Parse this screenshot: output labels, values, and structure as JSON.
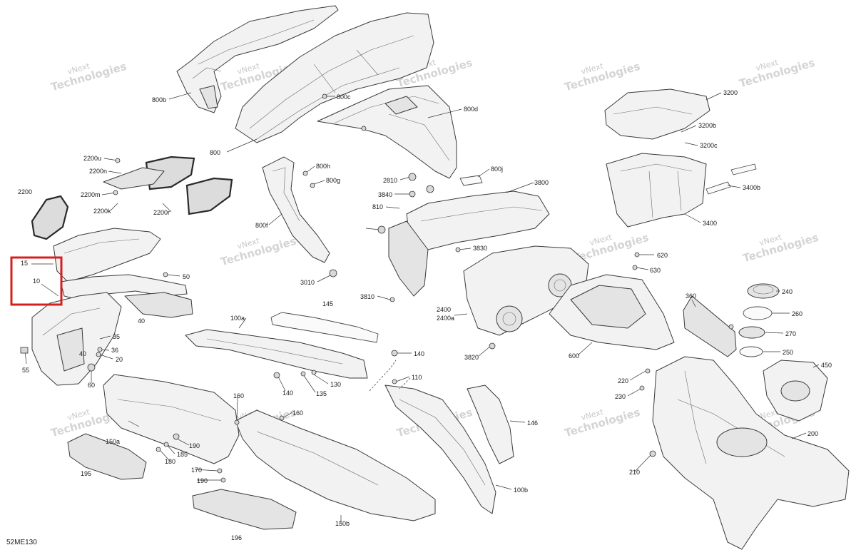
{
  "diagram_code": "52ME130",
  "watermark": {
    "line1": "vNext",
    "line2": "Technologies"
  },
  "highlight_color": "#d42020",
  "callouts": [
    "800b",
    "800c",
    "800d",
    "800",
    "800h",
    "800g",
    "800j",
    "800f",
    "2200u",
    "2200n",
    "2200m",
    "2200k",
    "2200",
    "2200r",
    "15",
    "10",
    "50",
    "40",
    "35",
    "36",
    "20",
    "55",
    "60",
    "3010",
    "2810",
    "3840",
    "810",
    "3830",
    "3800",
    "3810",
    "2400",
    "2400a",
    "3820",
    "620",
    "630",
    "3200",
    "3200b",
    "3200c",
    "3400b",
    "3400",
    "240",
    "260",
    "270",
    "250",
    "360",
    "450",
    "600",
    "220",
    "230",
    "200",
    "210",
    "100a",
    "145",
    "140",
    "110",
    "130",
    "135",
    "146",
    "100b",
    "150a",
    "150b",
    "160",
    "180",
    "185",
    "190",
    "170",
    "195",
    "196"
  ]
}
